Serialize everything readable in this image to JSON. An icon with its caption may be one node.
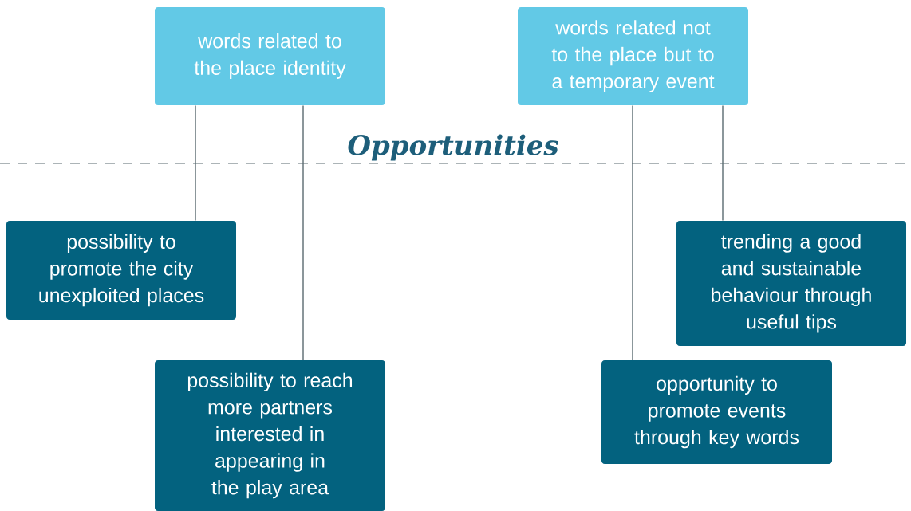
{
  "diagram": {
    "nodes": [
      {
        "text": [
          "words related to the place identity"
        ]
      },
      {
        "text": [
          "words related not to the place but to a temporary event"
        ]
      },
      {
        "text": [
          "possibility to promote the city unexploited places"
        ]
      },
      {
        "text": [
          "possibility to reach more partners interested in appearing in the play area"
        ]
      },
      {
        "text": [
          "trending a good and sustainable behaviour through useful tips"
        ]
      },
      {
        "text": [
          "opportunity to promote events through key words"
        ]
      }
    ],
    "edges": [
      {
        "from": 0,
        "to": 2,
        "arrow": "none"
      },
      {
        "from": 0,
        "to": 3,
        "arrow": "none"
      },
      {
        "from": 1,
        "to": 5,
        "arrow": "none"
      },
      {
        "from": 1,
        "to": 4,
        "arrow": "none"
      }
    ],
    "labels": [
      "Opportunities"
    ]
  }
}
